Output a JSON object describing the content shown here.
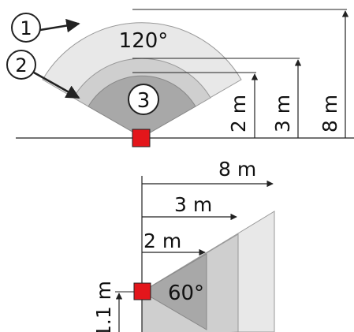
{
  "top_view": {
    "callouts": [
      "1",
      "2",
      "3"
    ],
    "angle_label": "120°",
    "range_labels": [
      "2 m",
      "3 m",
      "8 m"
    ]
  },
  "side_view": {
    "angle_label": "60°",
    "range_labels": [
      "8 m",
      "3 m",
      "2 m"
    ],
    "height_label": "1.1 m"
  },
  "colors": {
    "zone_far": "#e8e8e8",
    "zone_mid": "#cfcfcf",
    "zone_near": "#a8a8a8",
    "sensor": "#e3161b",
    "line": "#222222"
  }
}
